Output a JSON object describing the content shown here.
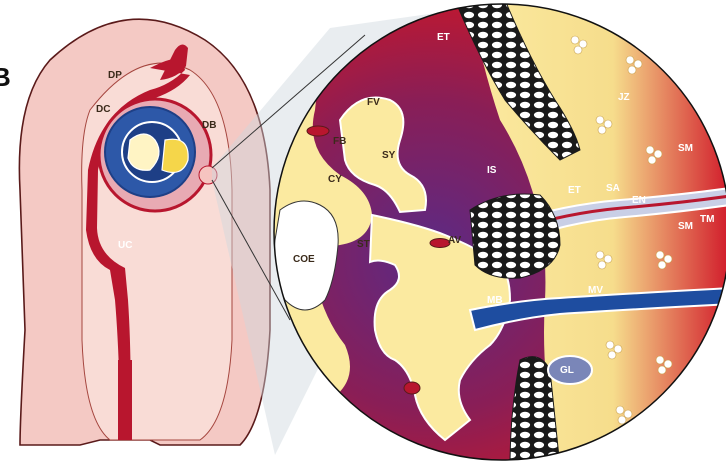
{
  "figure": {
    "panel_letter": "B",
    "labels": {
      "DP": "DP",
      "DC": "DC",
      "DB": "DB",
      "UC": "UC",
      "ET_top": "ET",
      "JZ": "JZ",
      "FV": "FV",
      "FB": "FB",
      "SY": "SY",
      "CY": "CY",
      "IS": "IS",
      "ET_mid": "ET",
      "SA": "SA",
      "SM_top": "SM",
      "EN": "EN",
      "SM_bottom": "SM",
      "TM": "TM",
      "COE": "COE",
      "ST": "ST",
      "AV": "AV",
      "MB": "MB",
      "MV": "MV",
      "GL": "GL"
    },
    "colors": {
      "uterus_wall": "#f4c9c4",
      "uterus_outline": "#5a1a1a",
      "decidua": "#b8162e",
      "maternal_blood": "#b8162e",
      "villus_core": "#fbeaa0",
      "intervillous_blue": "#1e4da0",
      "intervillous_purple": "#6a2a7a",
      "trophoblast": "#ffffff"
    }
  }
}
